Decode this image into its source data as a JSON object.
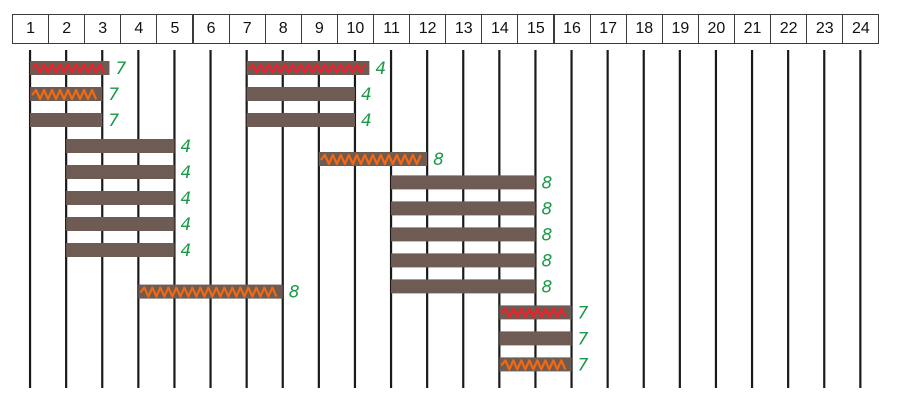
{
  "columns": [
    "1",
    "2",
    "3",
    "4",
    "5",
    "6",
    "7",
    "8",
    "9",
    "10",
    "11",
    "12",
    "13",
    "14",
    "15",
    "16",
    "17",
    "18",
    "19",
    "20",
    "21",
    "22",
    "23",
    "24"
  ],
  "colors": {
    "bar": "#6e5b54",
    "scribble_red": "#e8232b",
    "scribble_orange": "#f26a10",
    "annotation": "#1b9a4a",
    "gridline": "#1a1a1a"
  },
  "bars": [
    {
      "start": 1,
      "end": 3.2,
      "row": 0,
      "style": "red",
      "label": "7"
    },
    {
      "start": 1,
      "end": 3,
      "row": 1,
      "style": "orange",
      "label": "7"
    },
    {
      "start": 1,
      "end": 3,
      "row": 2,
      "style": "plain",
      "label": "7"
    },
    {
      "start": 7,
      "end": 10.4,
      "row": 0,
      "style": "red",
      "label": "4"
    },
    {
      "start": 7,
      "end": 10,
      "row": 1,
      "style": "plain",
      "label": "4"
    },
    {
      "start": 7,
      "end": 10,
      "row": 2,
      "style": "plain",
      "label": "4"
    },
    {
      "start": 2,
      "end": 5,
      "row": 3,
      "style": "plain",
      "label": "4"
    },
    {
      "start": 9,
      "end": 12,
      "row": 3.5,
      "style": "orange",
      "label": "8"
    },
    {
      "start": 2,
      "end": 5,
      "row": 4,
      "style": "plain",
      "label": "4"
    },
    {
      "start": 11,
      "end": 15,
      "row": 4.4,
      "style": "plain",
      "label": "8"
    },
    {
      "start": 2,
      "end": 5,
      "row": 5,
      "style": "plain",
      "label": "4"
    },
    {
      "start": 11,
      "end": 15,
      "row": 5.4,
      "style": "plain",
      "label": "8"
    },
    {
      "start": 2,
      "end": 5,
      "row": 6,
      "style": "plain",
      "label": "4"
    },
    {
      "start": 11,
      "end": 15,
      "row": 6.4,
      "style": "plain",
      "label": "8"
    },
    {
      "start": 2,
      "end": 5,
      "row": 7,
      "style": "plain",
      "label": "4"
    },
    {
      "start": 11,
      "end": 15,
      "row": 7.4,
      "style": "plain",
      "label": "8"
    },
    {
      "start": 11,
      "end": 15,
      "row": 8.4,
      "style": "plain",
      "label": "8"
    },
    {
      "start": 4,
      "end": 8,
      "row": 8.6,
      "style": "orange",
      "label": "8"
    },
    {
      "start": 14,
      "end": 16,
      "row": 9.4,
      "style": "red",
      "label": "7"
    },
    {
      "start": 14,
      "end": 16,
      "row": 10.4,
      "style": "plain",
      "label": "7"
    },
    {
      "start": 14,
      "end": 16,
      "row": 11.4,
      "style": "orange",
      "label": "7"
    }
  ]
}
